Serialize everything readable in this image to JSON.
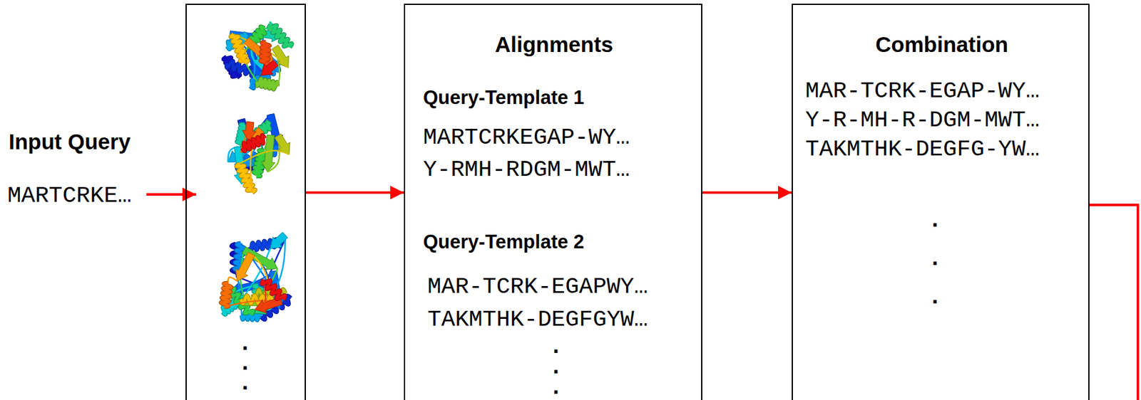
{
  "diagram": {
    "nodes": [
      {
        "text": [
          ".",
          ".",
          "."
        ]
      },
      {
        "text": [
          "Alignments",
          "Query-Template 1",
          "MARTCRKEGAP-WY…",
          "Y-RMH-RDGM-MWT…",
          "Query-Template 2",
          "MAR-TCRK-EGAPWY…",
          "TAKMTHK-DEGFGYW…",
          ".",
          ".",
          "."
        ]
      },
      {
        "text": [
          "Combination",
          "MAR-TCRK-EGAP-WY…",
          "Y-R-MH-R-DGM-MWT…",
          "TAKMTHK-DEGFG-YW…",
          ".",
          ".",
          "."
        ]
      }
    ],
    "edges": [
      {
        "from": 0,
        "to": 1,
        "arrow": "to"
      },
      {
        "from": 1,
        "to": 2,
        "arrow": "to"
      }
    ],
    "labels": [
      "Input Query",
      "MARTCRKE…"
    ]
  }
}
